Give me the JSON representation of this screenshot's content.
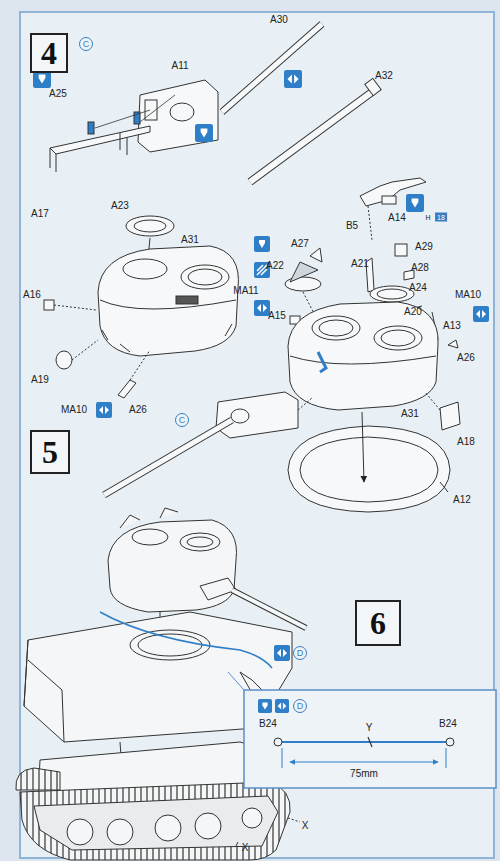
{
  "diagram": {
    "nodes": [
      {
        "text": [
          "4"
        ]
      },
      {
        "text": [
          "5"
        ]
      },
      {
        "text": [
          "6"
        ]
      }
    ],
    "labels": [
      "C",
      "A30",
      "A11",
      "A25",
      "A32",
      "A14",
      "H",
      "18",
      "B5",
      "A17",
      "A23",
      "A29",
      "A31",
      "A27",
      "A21",
      "A28",
      "A22",
      "A24",
      "A15",
      "MA11",
      "A20",
      "A13",
      "MA10",
      "A16",
      "A26",
      "A19",
      "MA10",
      "A26",
      "A31",
      "A18",
      "C",
      "A12",
      "D",
      "D",
      "B24",
      "Y",
      "B24",
      "75mm",
      "X",
      "X"
    ]
  }
}
